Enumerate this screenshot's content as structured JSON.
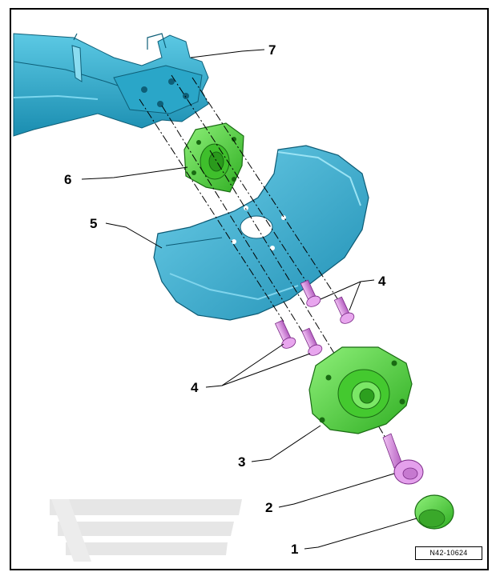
{
  "diagram": {
    "reference_code": "N42-10624",
    "callouts": [
      {
        "number": "1",
        "part": "hub cap"
      },
      {
        "number": "2",
        "part": "hub bolt"
      },
      {
        "number": "3",
        "part": "wheel hub"
      },
      {
        "number": "4",
        "part": "bolts"
      },
      {
        "number": "5",
        "part": "splash plate"
      },
      {
        "number": "6",
        "part": "axle stub"
      },
      {
        "number": "7",
        "part": "axle beam"
      }
    ]
  },
  "colors": {
    "axle": "#2ab0d2",
    "axle_dark": "#1a86a6",
    "splash_plate": "#3aa7c9",
    "stub_green": "#49d03a",
    "hub_green": "#52dd3c",
    "bolt_pink": "#d98ae0",
    "watermark": "#e3e3e3"
  }
}
